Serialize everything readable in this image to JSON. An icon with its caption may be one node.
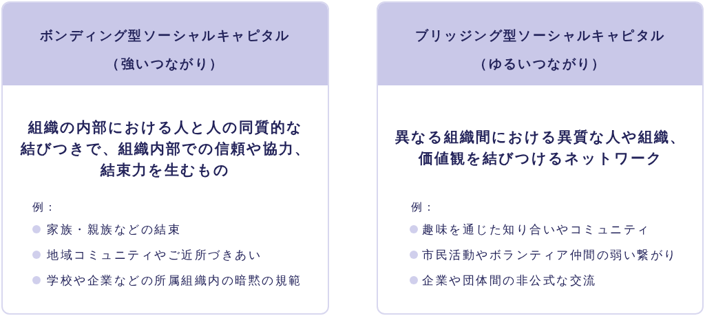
{
  "diagram": {
    "nodes": [
      {
        "text": [
          "組織の内部における人と人の同質的な結びつきで、組織内部での信頼や協力、結束力を生むもの",
          "例：",
          "家族・親族などの結束",
          "地域コミュニティやご近所づきあい",
          "学校や企業などの所属組織内の暗黙の規範"
        ]
      },
      {
        "text": [
          "ボンディング型ソーシャルキャピタル",
          "（強いつながり）"
        ],
        "in": 0
      },
      {
        "text": [
          "異なる組織間における異質な人や組織、価値観を結びつけるネットワーク",
          "例：",
          "趣味を通じた知り合いやコミュニティ",
          "市民活動やボランティア仲間の弱い繋がり",
          "企業や団体間の非公式な交流"
        ]
      },
      {
        "text": [
          "ブリッジング型ソーシャルキャピタル",
          "（ゆるいつながり）"
        ],
        "in": 2
      }
    ]
  }
}
